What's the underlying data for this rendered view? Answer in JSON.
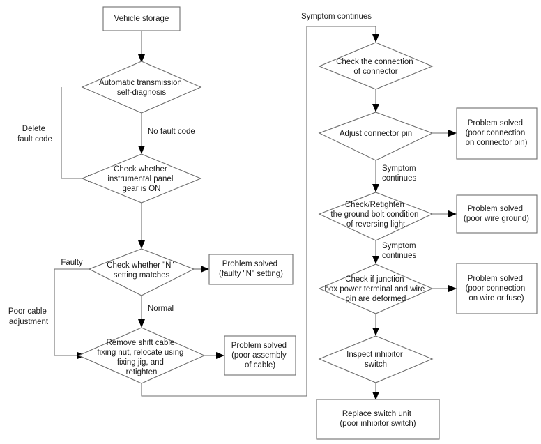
{
  "diagram": {
    "title": "Automatic transmission / inhibitor switch diagnosis flowchart",
    "colors": {
      "background": "#ffffff",
      "stroke": "#6e6e6e",
      "text": "#1a1a1a",
      "arrowhead": "#000000"
    },
    "nodes": {
      "vehicle_storage": {
        "shape": "box",
        "lines": [
          "Vehicle storage"
        ]
      },
      "auto_trans_self_diagnosis": {
        "shape": "diamond",
        "lines": [
          "Automatic transmission",
          "self-diagnosis"
        ]
      },
      "check_instrumental_panel": {
        "shape": "diamond",
        "lines": [
          "Check whether",
          "instrumental panel",
          "gear is ON"
        ]
      },
      "check_n_setting": {
        "shape": "diamond",
        "lines": [
          "Check whether \"N\"",
          "setting matches"
        ]
      },
      "solved_faulty_n": {
        "shape": "box",
        "lines": [
          "Problem solved",
          "(faulty \"N\" setting)"
        ]
      },
      "remove_shift_cable": {
        "shape": "diamond",
        "lines": [
          "Remove shift cable",
          "fixing nut, relocate using",
          "fixing jig, and",
          "retighten"
        ]
      },
      "solved_poor_assembly": {
        "shape": "box",
        "lines": [
          "Problem solved",
          "(poor assembly",
          "of cable)"
        ]
      },
      "check_connection_connector": {
        "shape": "diamond",
        "lines": [
          "Check the connection",
          "of connector"
        ]
      },
      "adjust_connector_pin": {
        "shape": "diamond",
        "lines": [
          "Adjust connector pin"
        ]
      },
      "solved_connector_pin": {
        "shape": "box",
        "lines": [
          "Problem solved",
          "(poor connection",
          "on connector pin)"
        ]
      },
      "check_ground_bolt": {
        "shape": "diamond",
        "lines": [
          "Check/Retighten",
          "the ground bolt condition",
          "of reversing light"
        ]
      },
      "solved_wire_ground": {
        "shape": "box",
        "lines": [
          "Problem solved",
          "(poor wire ground)"
        ]
      },
      "check_junction_box": {
        "shape": "diamond",
        "lines": [
          "Check if junction",
          "box power terminal and wire",
          "pin are deformed"
        ]
      },
      "solved_wire_or_fuse": {
        "shape": "box",
        "lines": [
          "Problem solved",
          "(poor connection",
          "on wire or fuse)"
        ]
      },
      "inspect_inhibitor_switch": {
        "shape": "diamond",
        "lines": [
          "Inspect inhibitor",
          "switch"
        ]
      },
      "replace_switch_unit": {
        "shape": "box",
        "lines": [
          "Replace switch unit",
          "(poor inhibitor switch)"
        ]
      }
    },
    "edge_labels": {
      "delete_fault_code": [
        "Delete",
        "fault code"
      ],
      "no_fault_code": [
        "No fault code"
      ],
      "faulty": [
        "Faulty"
      ],
      "normal": [
        "Normal"
      ],
      "poor_cable_adjustment": [
        "Poor cable",
        "adjustment"
      ],
      "symptom_continues_top": [
        "Symptom continues"
      ],
      "symptom_continues_1": [
        "Symptom",
        "continues"
      ],
      "symptom_continues_2": [
        "Symptom",
        "continues"
      ]
    }
  }
}
